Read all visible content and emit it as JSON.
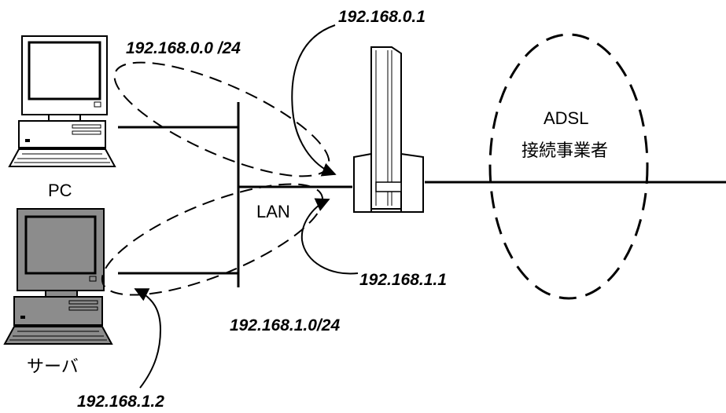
{
  "labels": {
    "router_ip_top": "192.168.0.1",
    "network_top": "192.168.0.0 /24",
    "pc": "PC",
    "lan": "LAN",
    "router_ip_bottom": "192.168.1.1",
    "network_bottom": "192.168.1.0/24",
    "server": "サーバ",
    "server_ip": "192.168.1.2",
    "isp_line1": "ADSL",
    "isp_line2": "接続事業者"
  }
}
